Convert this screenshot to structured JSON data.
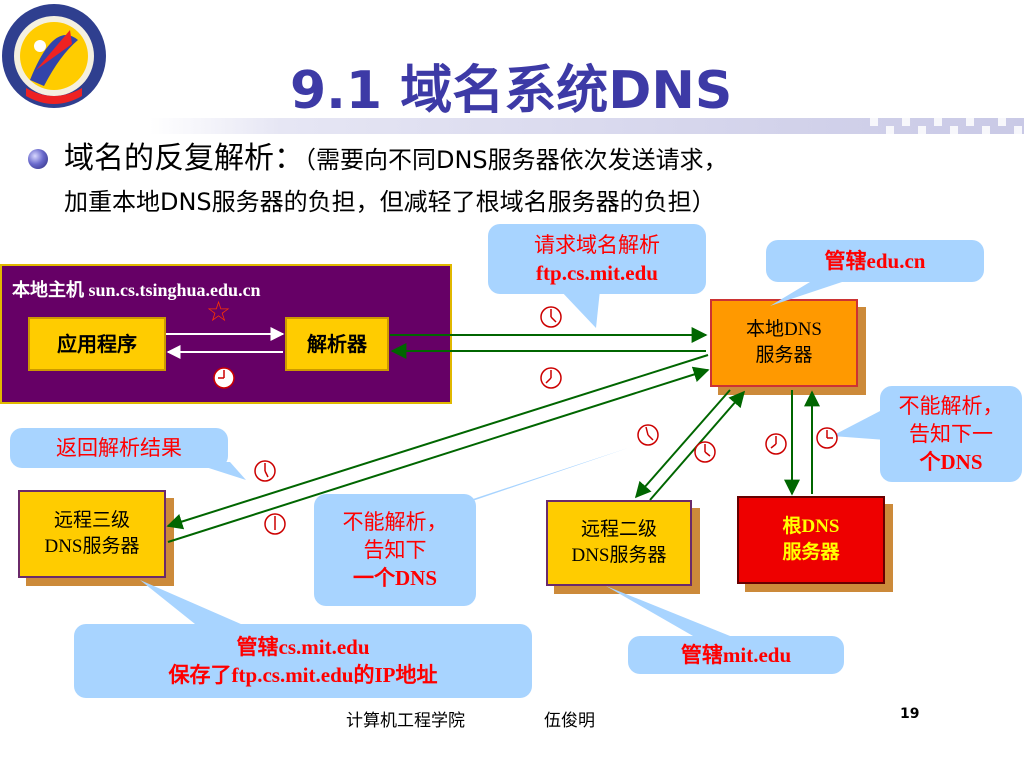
{
  "slide": {
    "title": "9.1 域名系统DNS",
    "bullet_main": "域名的反复解析：",
    "bullet_paren": "（需要向不同DNS服务器依次发送请求，",
    "bullet_line2": "加重本地DNS服务器的负担，但减轻了根域名服务器的负担）",
    "page_number": "19"
  },
  "diagram": {
    "host_label": "本地主机 sun.cs.tsinghua.edu.cn",
    "app_label": "应用程序",
    "resolver_label": "解析器",
    "local_dns": [
      "本地DNS",
      "服务器"
    ],
    "remote3": [
      "远程三级",
      "DNS服务器"
    ],
    "remote2": [
      "远程二级",
      "DNS服务器"
    ],
    "root_dns": [
      "根DNS",
      "服务器"
    ],
    "callouts": {
      "request": [
        "请求域名解析",
        "ftp.cs.mit.edu"
      ],
      "govern_edu_cn": "管辖edu.cn",
      "cannot_resolve_right": [
        "不能解析，",
        "告知下一",
        "个DNS"
      ],
      "return_result": "返回解析结果",
      "cannot_resolve_mid": [
        "不能解析，",
        "告知下",
        "一个DNS"
      ],
      "govern_cs_mit": [
        "管辖cs.mit.edu",
        "保存了ftp.cs.mit.edu的IP地址"
      ],
      "govern_mit": "管辖mit.edu"
    },
    "colors": {
      "host_bg": "#660066",
      "arrow": "#006600",
      "callout_bg": "#a8d4ff",
      "callout_text": "#ff0000",
      "title": "#3d3aa6"
    }
  },
  "footer": {
    "school": "计算机工程学院",
    "author": "伍俊明"
  }
}
